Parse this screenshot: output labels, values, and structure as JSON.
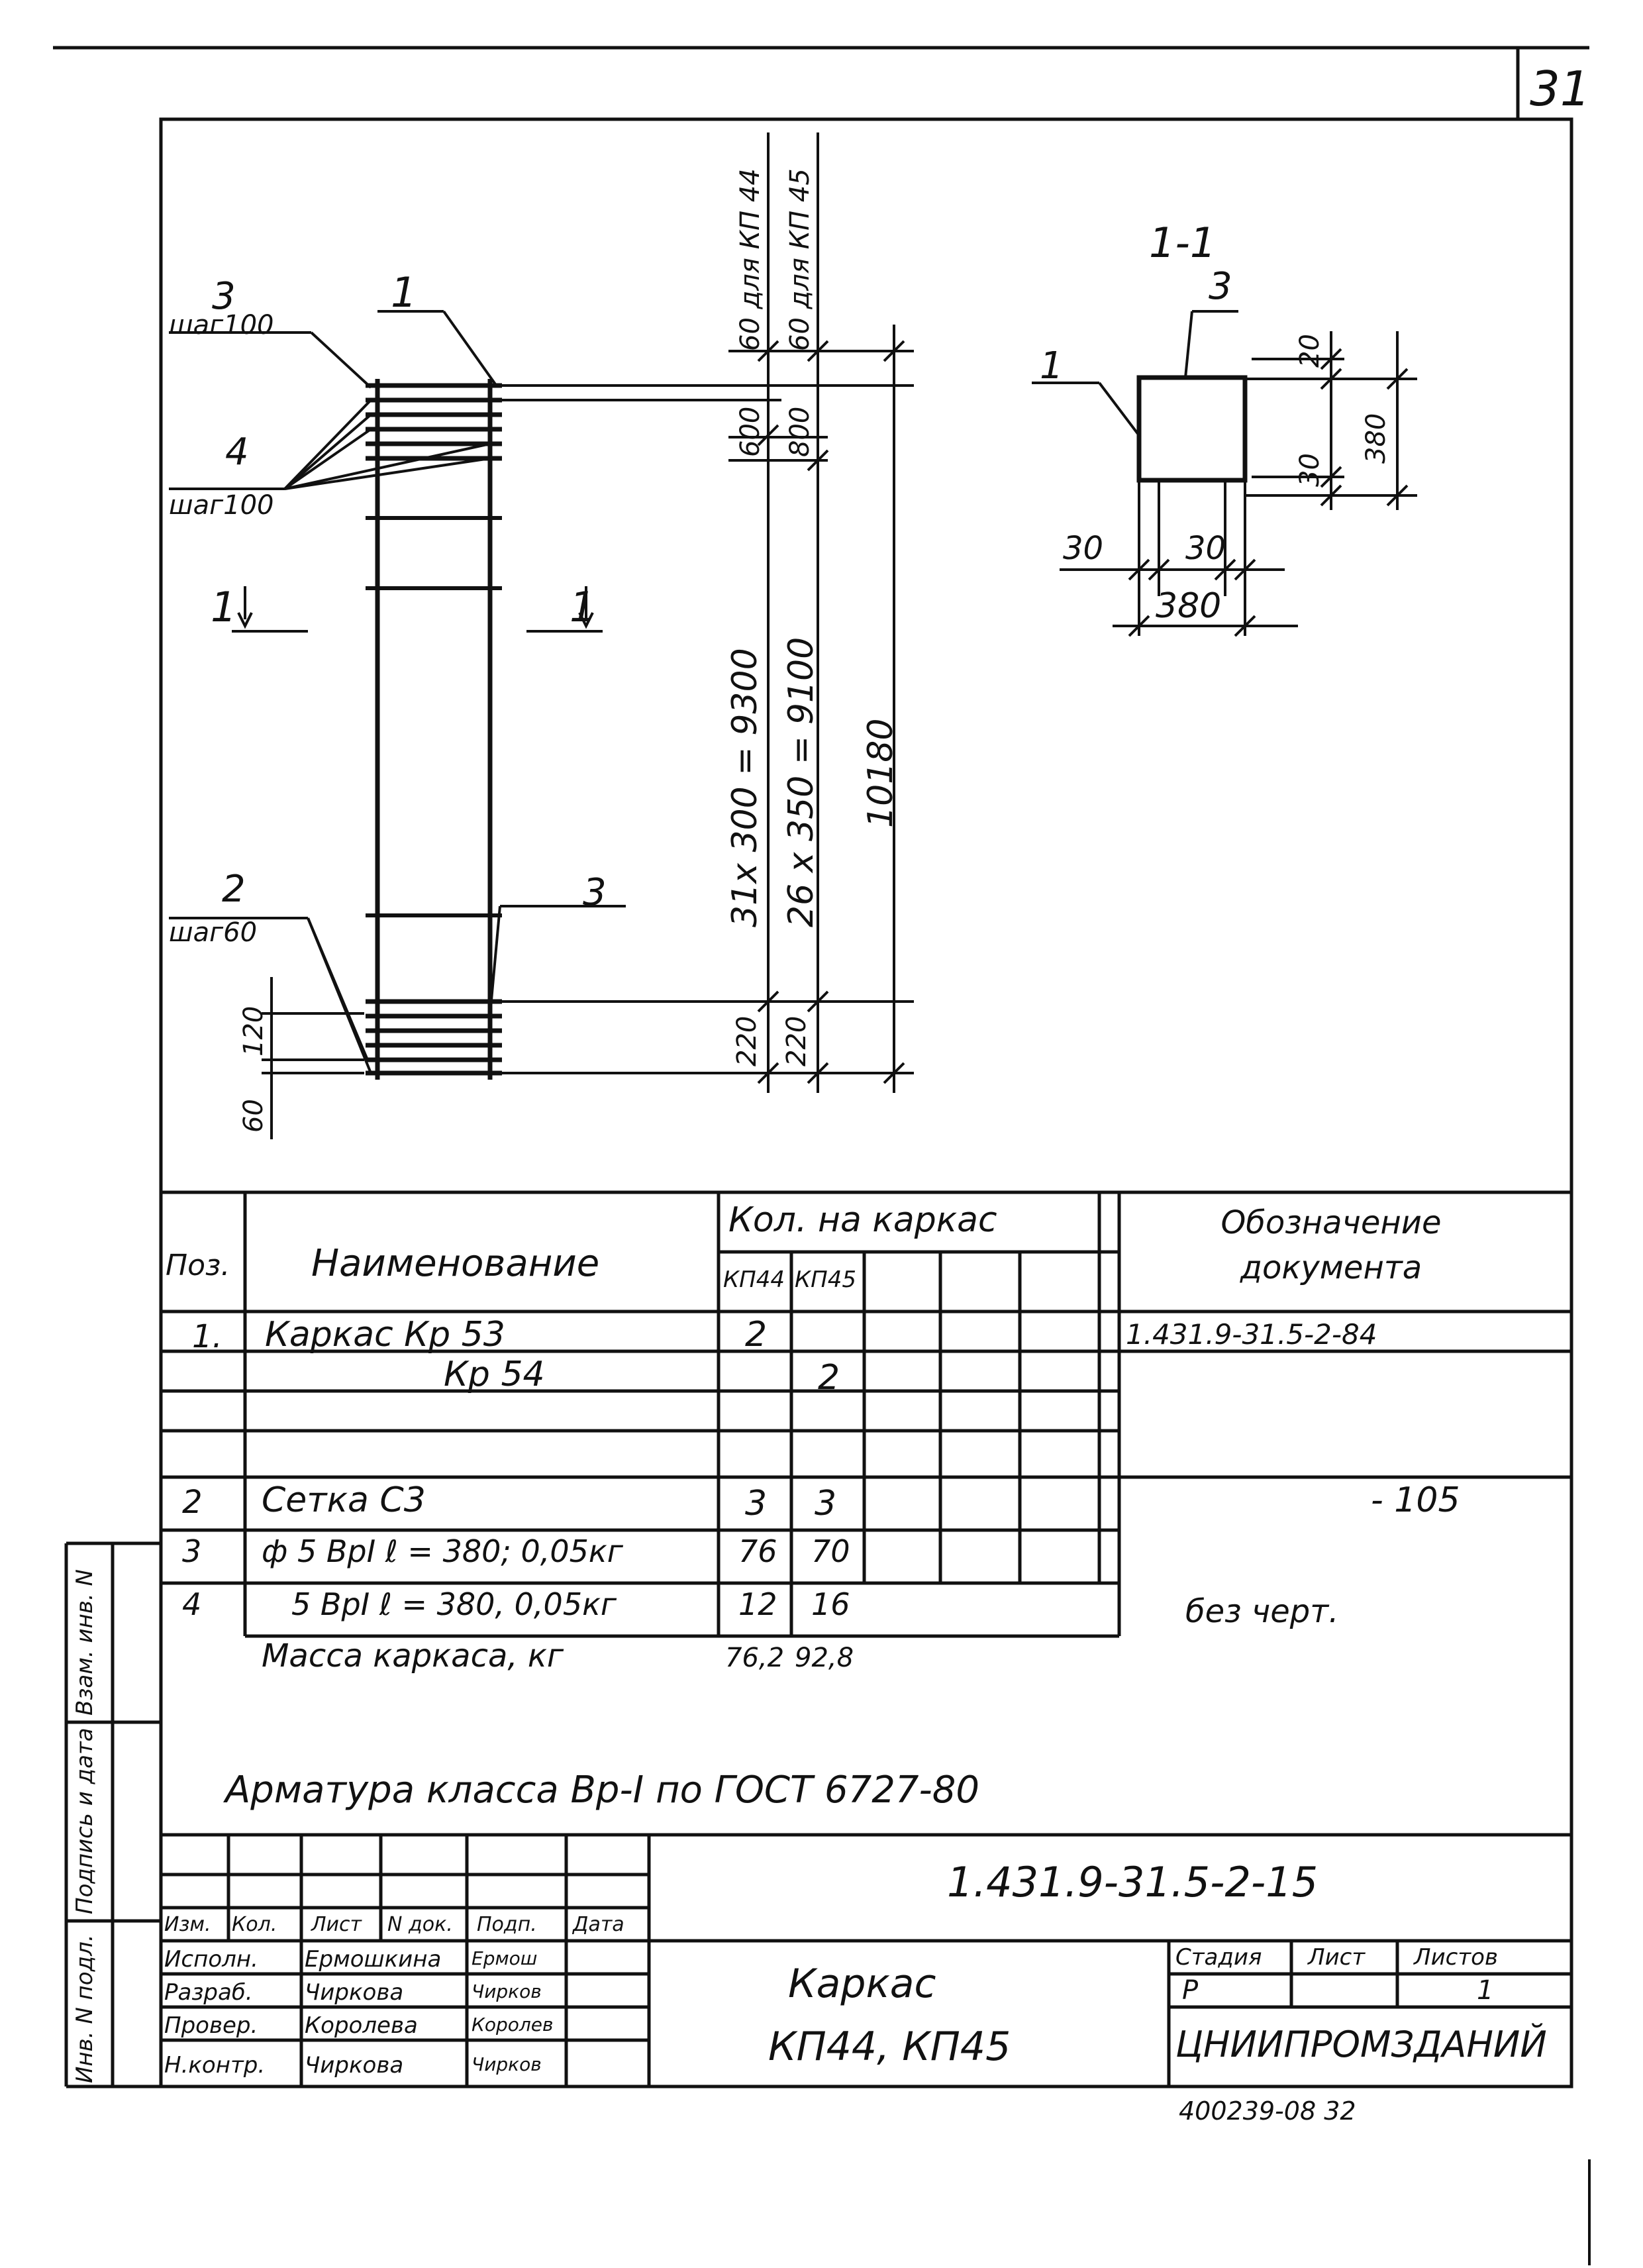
{
  "sheet_number": "31",
  "bottom_code": "400239-08 32",
  "drawing": {
    "elevation_labels": {
      "pos3_top": "3",
      "pos3_step": "шаг100",
      "pos1_top": "1",
      "pos4": "4",
      "pos4_step": "шаг100",
      "pos2": "2",
      "pos2_step": "шаг60",
      "pos3_bottom": "3",
      "section_left": "1",
      "section_right": "1"
    },
    "vertical_dims": {
      "kp44_top": "60 для КП 44",
      "kp45_top": "60 для КП 45",
      "d600": "600",
      "d800": "800",
      "span_kp44": "31х 300 = 9300",
      "span_kp45": "26 х 350 = 9100",
      "total": "10180",
      "d220a": "220",
      "d220b": "220",
      "d120": "120",
      "d60": "60"
    },
    "section": {
      "title": "1-1",
      "pos3": "3",
      "pos1": "1",
      "d20": "20",
      "d30v": "30",
      "d380v": "380",
      "d30a": "30",
      "d30b": "30",
      "d380h": "380"
    }
  },
  "spec_table": {
    "headers": {
      "pos": "Поз.",
      "name": "Наименование",
      "qty": "Кол. на каркас",
      "kp44": "КП44",
      "kp45": "КП45",
      "doc": "Обозначение документа"
    },
    "rows": [
      {
        "pos": "1.",
        "name": "Каркас Кр 53",
        "kp44": "2",
        "kp45": "",
        "doc": "1.431.9-31.5-2-84"
      },
      {
        "pos": "",
        "name": "Кр 54",
        "kp44": "",
        "kp45": "2",
        "doc": ""
      },
      {
        "pos": "",
        "name": "",
        "kp44": "",
        "kp45": "",
        "doc": ""
      },
      {
        "pos": "2",
        "name": "Сетка С3",
        "kp44": "3",
        "kp45": "3",
        "doc": "- 105"
      },
      {
        "pos": "3",
        "name": "ф 5 ВрI   ℓ = 380; 0,05кг",
        "kp44": "76",
        "kp45": "70",
        "doc": "без черт."
      },
      {
        "pos": "4",
        "name": "5 ВрI   ℓ = 380, 0,05кг",
        "kp44": "12",
        "kp45": "16",
        "doc": ""
      },
      {
        "pos": "",
        "name": "Масса каркаса, кг",
        "kp44": "76,2",
        "kp45": "92,8",
        "doc": ""
      }
    ]
  },
  "note": "Арматура класса Вр-I по ГОСТ 6727-80",
  "left_strip": {
    "inv_podl": "Инв. N подл.",
    "podpis_data": "Подпись и дата",
    "vzam_inv": "Взам. инв. N"
  },
  "title_block": {
    "doc_code": "1.431.9-31.5-2-15",
    "title_line1": "Каркас",
    "title_line2": "КП44, КП45",
    "org": "ЦНИИПРОМЗДАНИЙ",
    "col_headers": [
      "Изм.",
      "Кол.",
      "Лист",
      "N док.",
      "Подп.",
      "Дата"
    ],
    "stage_label": "Стадия",
    "sheet_label": "Лист",
    "sheets_label": "Листов",
    "stage": "Р",
    "sheets": "1",
    "people": [
      {
        "role": "Исполн.",
        "name": "Ермошкина",
        "sign": "Ермош"
      },
      {
        "role": "Разраб.",
        "name": "Чиркова",
        "sign": "Чирков"
      },
      {
        "role": "Провер.",
        "name": "Королева",
        "sign": "Королев"
      },
      {
        "role": "",
        "name": "",
        "sign": ""
      },
      {
        "role": "Н.контр.",
        "name": "Чиркова",
        "sign": "Чирков"
      }
    ]
  }
}
